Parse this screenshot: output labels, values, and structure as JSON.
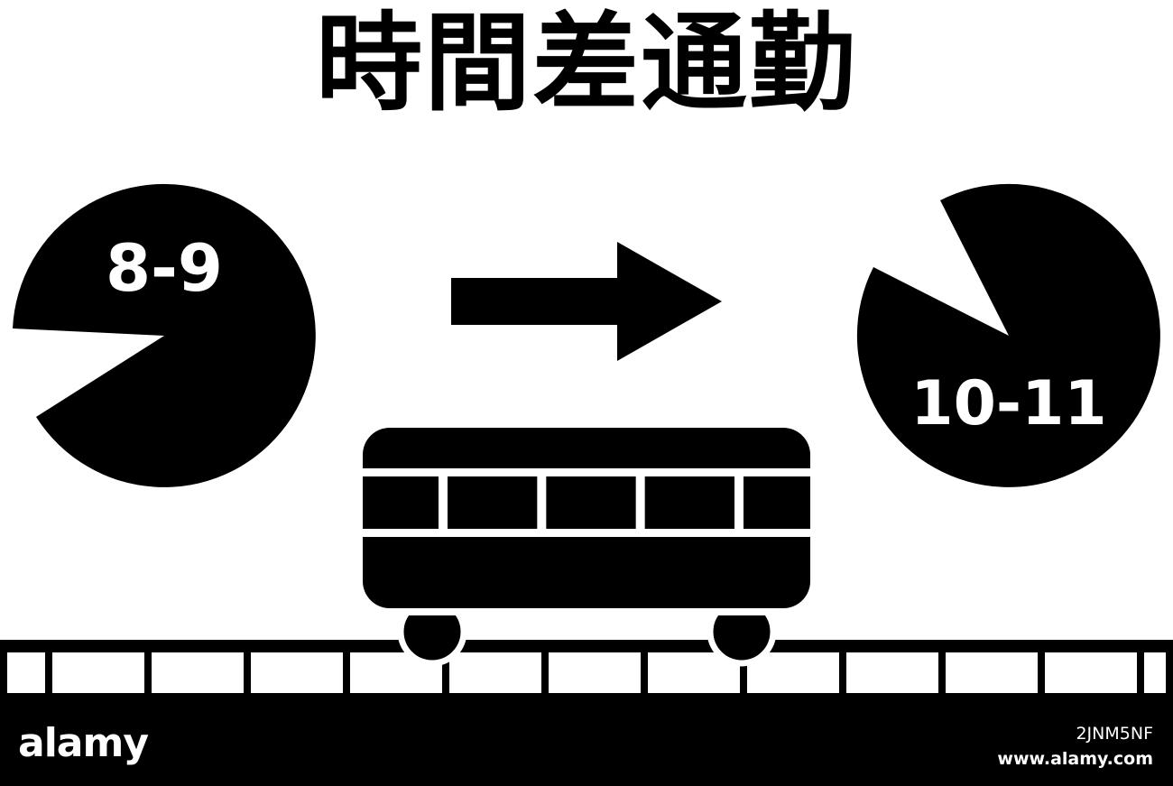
{
  "title": "時間差通勤",
  "clocks": {
    "before": {
      "label": "8-9"
    },
    "after": {
      "label": "10-11"
    }
  },
  "arrow": {
    "icon": "arrow-right-icon",
    "direction": "right"
  },
  "train": {
    "icon": "train-car-icon",
    "windows": 5
  },
  "track": {
    "icon": "railway-track-icon"
  },
  "colors": {
    "foreground": "#000000",
    "background": "#ffffff"
  },
  "footer": {
    "brand": "alamy",
    "image_id": "2JNM5NF",
    "site": "www.alamy.com"
  }
}
